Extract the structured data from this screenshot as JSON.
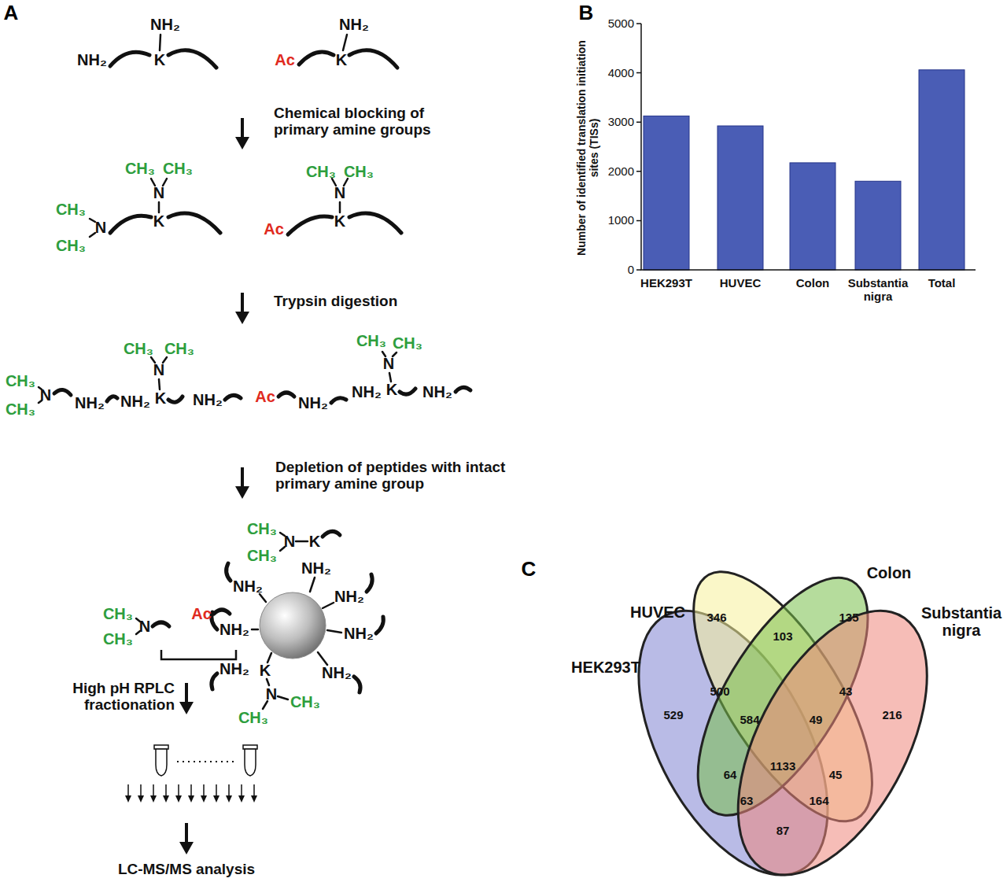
{
  "diagram": {
    "nodes": [
      {
        "text": [
          "HEK293T"
        ]
      },
      {
        "text": [
          "HUVEC"
        ]
      },
      {
        "text": [
          "Colon"
        ]
      },
      {
        "text": [
          "Substantia nigra"
        ]
      }
    ],
    "labels": [
      "A",
      "NH₂",
      "K",
      "NH₂",
      "NH₂",
      "K",
      "Ac",
      "Chemical blocking of primary amine groups",
      "CH₃",
      "CH₃",
      "N",
      "K",
      "CH₃",
      "N",
      "CH₃",
      "Ac",
      "CH₃",
      "CH₃",
      "N",
      "K",
      "Trypsin digestion",
      "CH₃",
      "N",
      "CH₃",
      "NH₂",
      "CH₃",
      "CH₃",
      "N",
      "NH₂",
      "K",
      "NH₂",
      "Ac",
      "NH₂",
      "CH₃",
      "CH₃",
      "N",
      "NH₂",
      "K",
      "NH₂",
      "Depletion of peptides with intact primary amine group",
      "CH₃",
      "N",
      "CH₃",
      "Ac",
      "CH₃",
      "N",
      "CH₃",
      "K",
      "NH₂",
      "NH₂",
      "NH₂",
      "NH₂",
      "NH₂",
      "NH₂",
      "K",
      "NH₂",
      "N",
      "CH₃",
      "CH₃",
      "High pH RPLC fractionation",
      "LC-MS/MS analysis",
      "B",
      "Number of identified translation initiation sites (TISs)",
      "0",
      "1000",
      "2000",
      "3000",
      "4000",
      "5000",
      "HEK293T",
      "HUVEC",
      "Colon",
      "Substantia nigra",
      "Total",
      "C",
      "346",
      "135",
      "529",
      "500",
      "103",
      "43",
      "216",
      "584",
      "49",
      "64",
      "1133",
      "45",
      "63",
      "164",
      "87"
    ]
  }
}
